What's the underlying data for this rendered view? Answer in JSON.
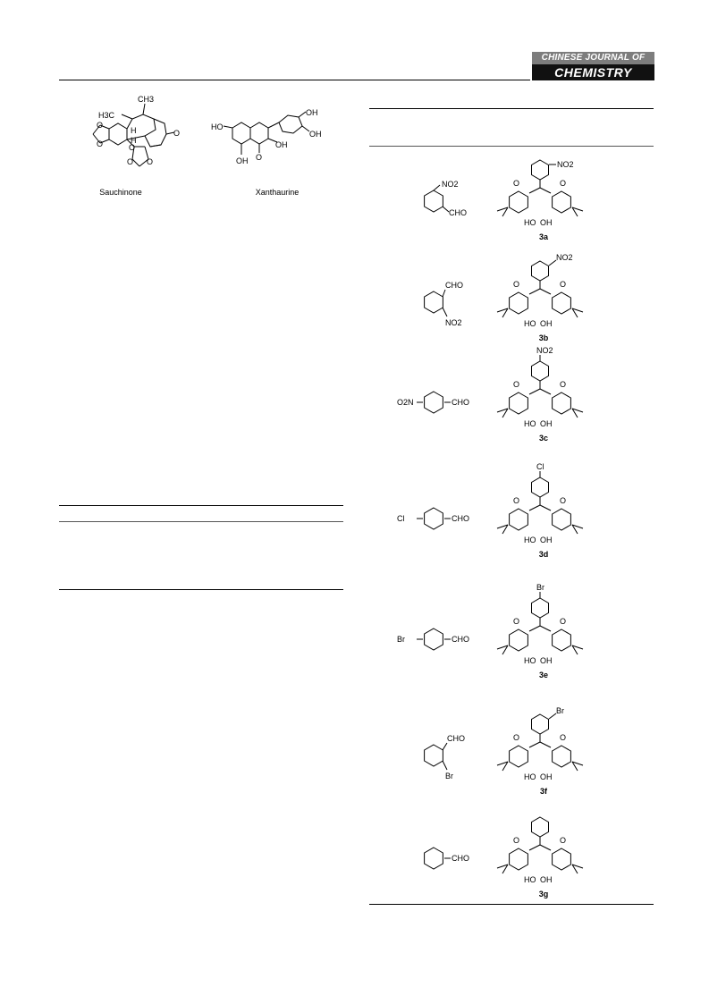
{
  "journal": {
    "line1": "CHINESE JOURNAL OF",
    "line2": "CHEMISTRY"
  },
  "figure": {
    "compounds": [
      "Sauchinone",
      "Xanthaurine"
    ]
  },
  "table": {
    "rows": [
      {
        "reactant": {
          "groups": [
            "NO2",
            "CHO"
          ]
        },
        "product": {
          "label": "3a",
          "substituent": "NO2"
        }
      },
      {
        "reactant": {
          "groups": [
            "CHO",
            "NO2"
          ]
        },
        "product": {
          "label": "3b",
          "substituent": "NO2"
        }
      },
      {
        "reactant": {
          "groups": [
            "O2N",
            "CHO"
          ]
        },
        "product": {
          "label": "3c",
          "substituent": "NO2"
        }
      },
      {
        "reactant": {
          "groups": [
            "Cl",
            "CHO"
          ]
        },
        "product": {
          "label": "3d",
          "substituent": "Cl"
        }
      },
      {
        "reactant": {
          "groups": [
            "Br",
            "CHO"
          ]
        },
        "product": {
          "label": "3e",
          "substituent": "Br"
        }
      },
      {
        "reactant": {
          "groups": [
            "CHO",
            "Br"
          ]
        },
        "product": {
          "label": "3f",
          "substituent": "Br"
        }
      },
      {
        "reactant": {
          "groups": [
            "CHO"
          ]
        },
        "product": {
          "label": "3g",
          "substituent": ""
        }
      }
    ]
  },
  "atoms": {
    "oxo": "O",
    "hydroxy": "OH",
    "hydroxy_left": "HO",
    "methyl": "CH3",
    "methyl_left": "H3C",
    "hydrogen": "H"
  }
}
